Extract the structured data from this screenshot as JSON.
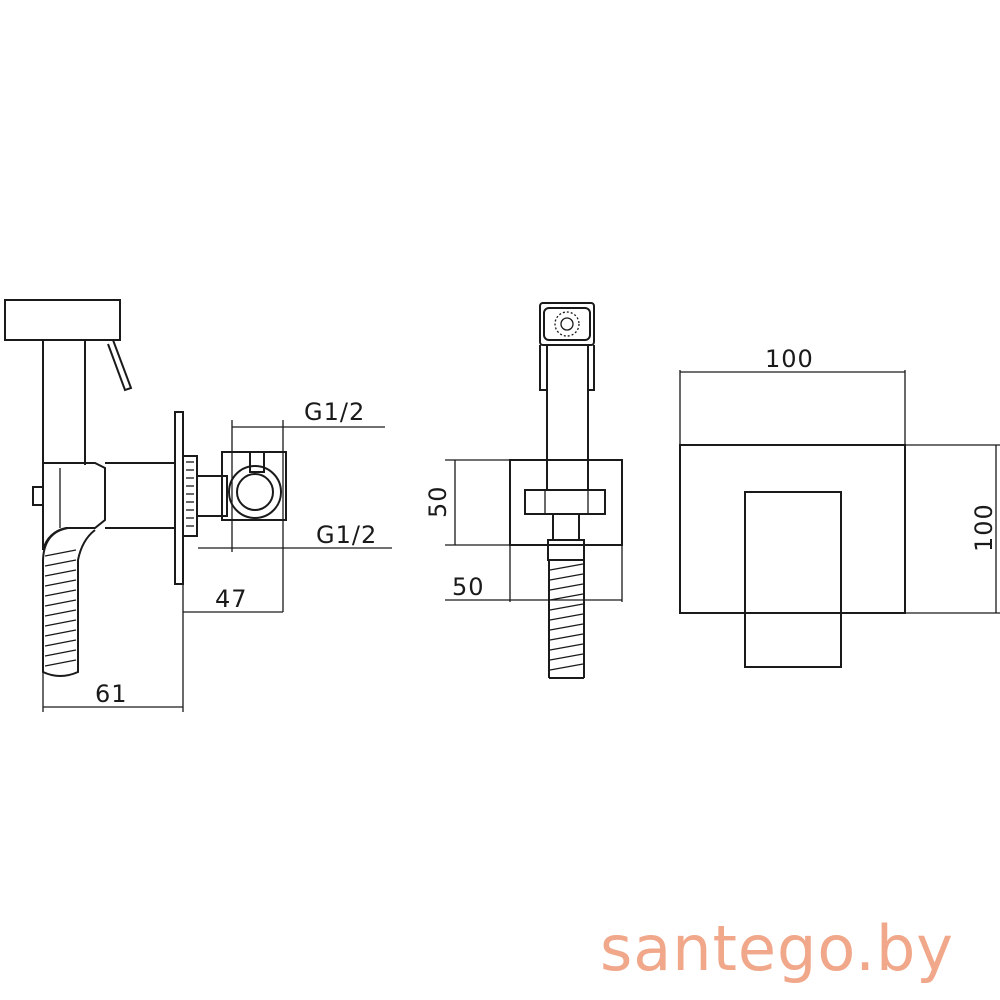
{
  "dimensions": {
    "left_g_top": "G1/2",
    "left_g_bottom": "G1/2",
    "left_depth_valve": "47",
    "left_depth_total": "61",
    "mid_height": "50",
    "mid_width": "50",
    "right_width": "100",
    "right_height": "100"
  },
  "watermark": "santego.by",
  "colors": {
    "line": "#1a1a1a",
    "watermark": "#f0a78a",
    "background": "#ffffff"
  }
}
